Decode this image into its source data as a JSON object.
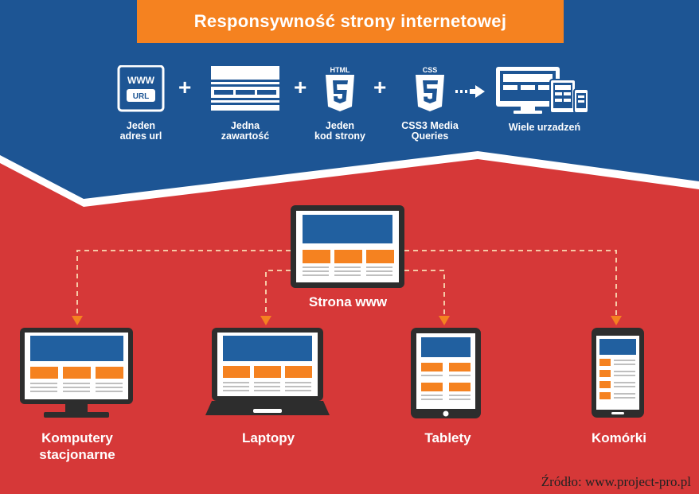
{
  "title": "Responsywność strony internetowej",
  "colors": {
    "blue": "#1d5594",
    "red": "#d63838",
    "orange": "#f58220",
    "dark": "#2d2d2d",
    "screen_blue": "#2160a0",
    "white": "#ffffff"
  },
  "formula": {
    "steps": [
      {
        "icon": "www-url-icon",
        "icon_text_top": "WWW",
        "icon_text_badge": "URL",
        "label": [
          "Jeden",
          "adres url"
        ]
      },
      {
        "icon": "layout-content-icon",
        "label": [
          "Jedna",
          "zawartość"
        ]
      },
      {
        "icon": "html5-icon",
        "icon_text_top": "HTML",
        "label": [
          "Jeden",
          "kod strony"
        ]
      },
      {
        "icon": "css3-icon",
        "icon_text_top": "CSS",
        "label": [
          "CSS3 Media",
          "Queries"
        ]
      },
      {
        "icon": "multi-device-icon",
        "label": [
          "Wiele urzadzeń"
        ]
      }
    ],
    "operator": "+"
  },
  "hub": {
    "icon": "website-monitor-icon",
    "label": "Strona www"
  },
  "devices": [
    {
      "icon": "desktop-monitor-icon",
      "label": [
        "Komputery",
        "stacjonarne"
      ]
    },
    {
      "icon": "laptop-icon",
      "label": [
        "Laptopy"
      ]
    },
    {
      "icon": "tablet-icon",
      "label": [
        "Tablety"
      ]
    },
    {
      "icon": "smartphone-icon",
      "label": [
        "Komórki"
      ]
    }
  ],
  "source": "Źródło:  www.project-pro.pl"
}
